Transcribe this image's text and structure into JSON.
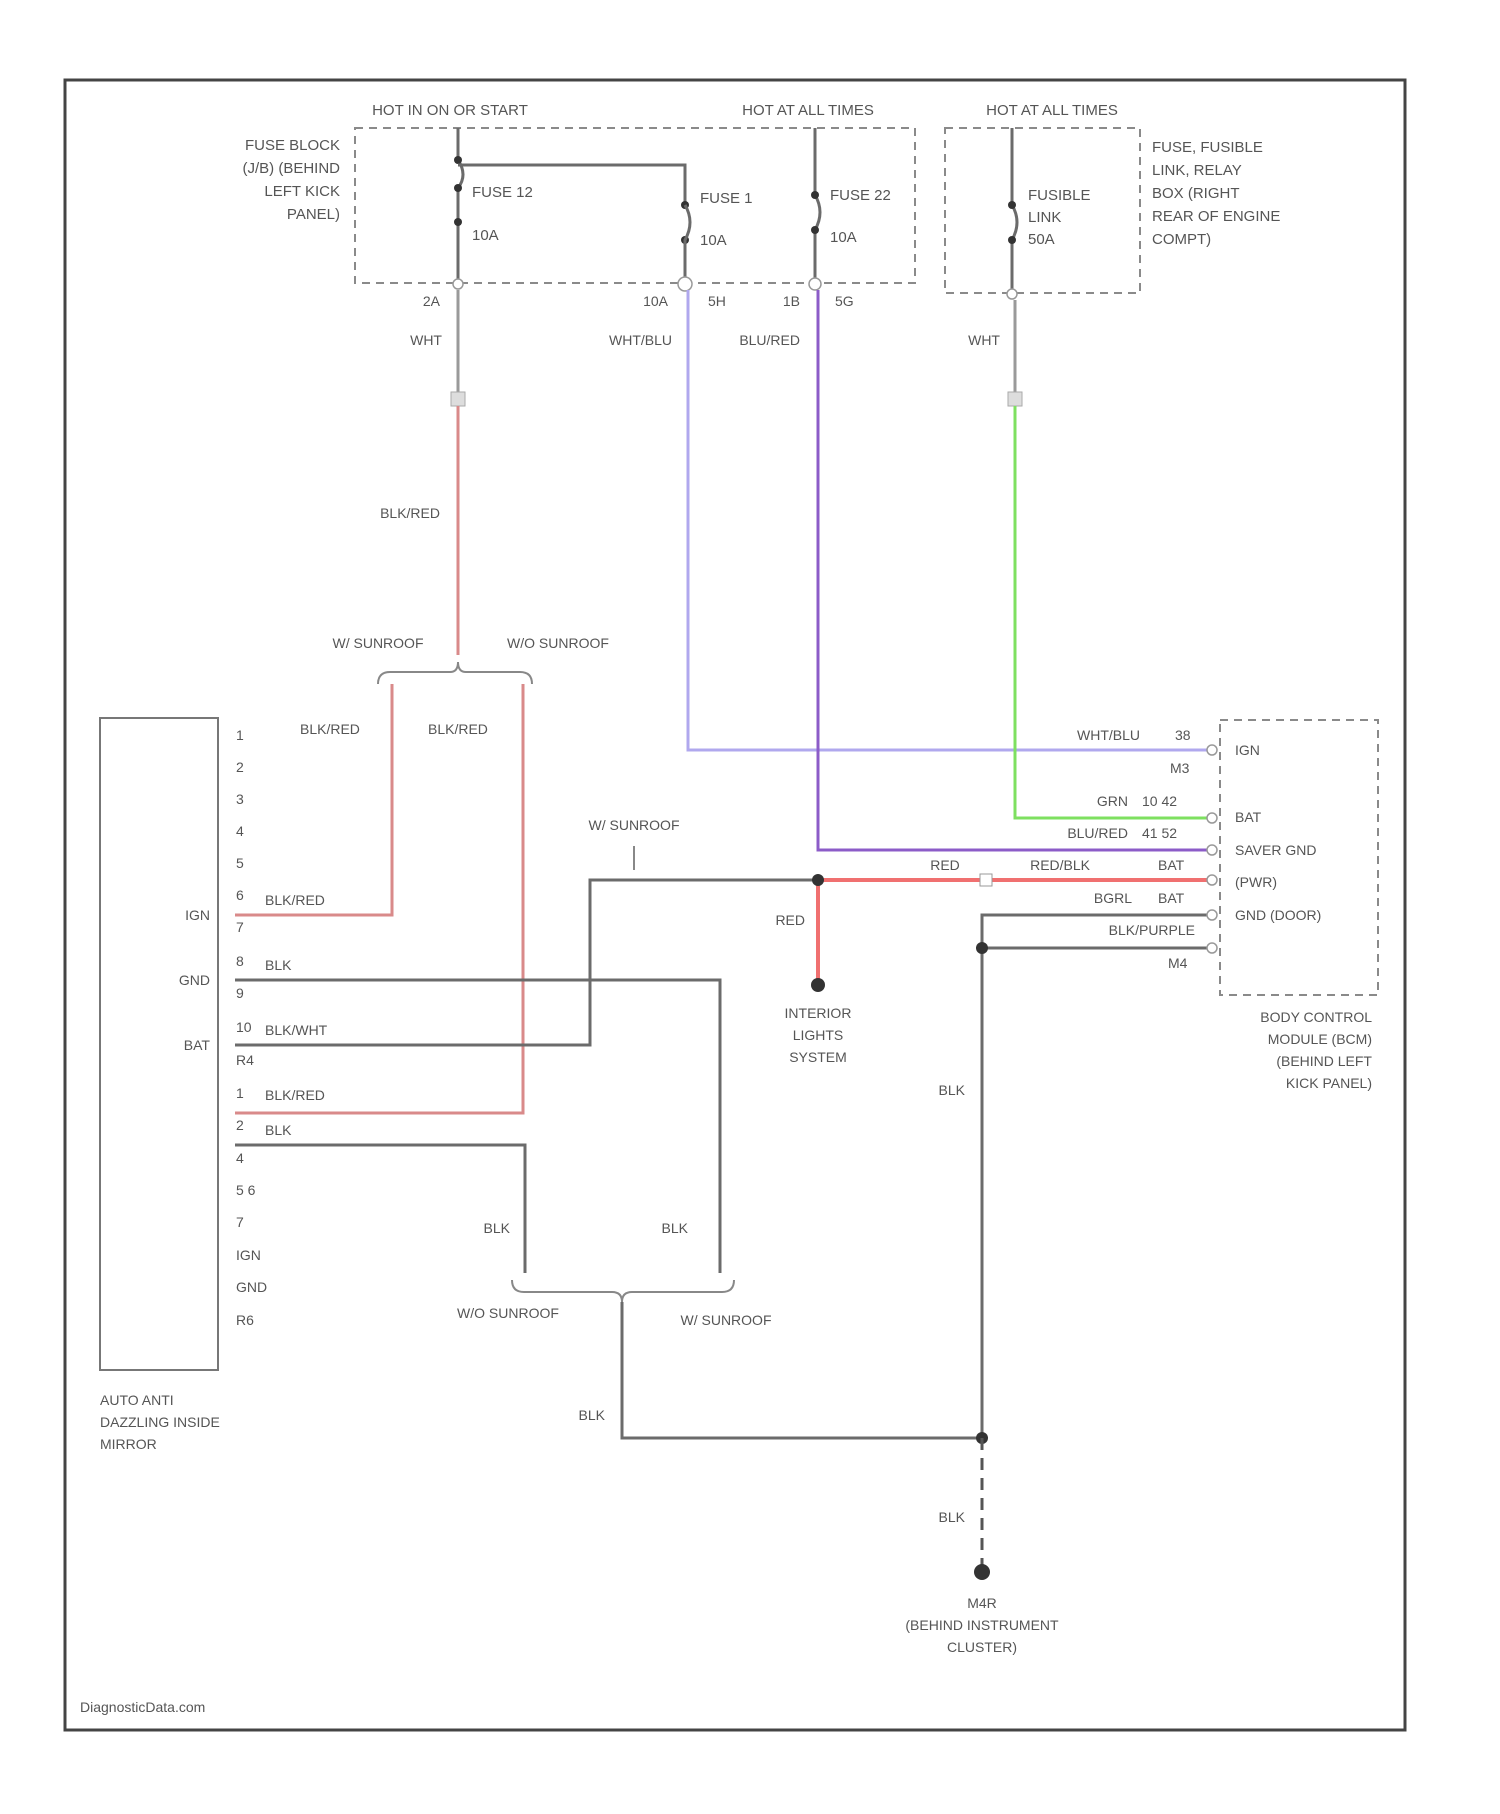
{
  "power": {
    "hot_in_on_or_start": "HOT IN ON OR START",
    "hot_at_all_times_1": "HOT AT ALL TIMES",
    "hot_at_all_times_2": "HOT AT ALL TIMES"
  },
  "fuse_block": {
    "label_lines": [
      "FUSE BLOCK",
      "(J/B) (BEHIND",
      "LEFT KICK",
      "PANEL)"
    ],
    "fuse12": "FUSE 12",
    "fuse12_amp": "10A",
    "fuse1": "FUSE 1",
    "fuse1_amp": "10A",
    "fuse22": "FUSE 22",
    "fuse22_amp": "10A"
  },
  "relay_box": {
    "label_lines": [
      "FUSE, FUSIBLE",
      "LINK, RELAY",
      "BOX (RIGHT",
      "REAR OF ENGINE",
      "COMPT)"
    ],
    "fusible": "FUSIBLE",
    "link": "LINK",
    "amp": "50A"
  },
  "pins_top": {
    "p2a": "2A",
    "p10a": "10A",
    "p5h": "5H",
    "p1b": "1B",
    "p5g": "5G"
  },
  "wires": {
    "wht_a": "WHT",
    "wht_blu": "WHT/BLU",
    "blu_red": "BLU/RED",
    "wht_b": "WHT",
    "blk_red_main": "BLK/RED",
    "w_sunroof_top": "W/ SUNROOF",
    "wo_sunroof_top": "W/O SUNROOF",
    "blk_red_a": "BLK/RED",
    "blk_red_b": "BLK/RED",
    "w_sunroof_mid": "W/ SUNROOF",
    "red_a": "RED",
    "red_b": "RED",
    "blk_a": "BLK",
    "blk_b": "BLK",
    "blk_c": "BLK",
    "blk_d": "BLK",
    "blk_e": "BLK",
    "wo_sunroof_bot": "W/O SUNROOF",
    "w_sunroof_bot": "W/ SUNROOF"
  },
  "mirror": {
    "label_lines": [
      "AUTO ANTI",
      "DAZZLING INSIDE",
      "MIRROR"
    ],
    "ign": "IGN",
    "gnd": "GND",
    "bat": "BAT",
    "pins": [
      "1",
      "2",
      "3",
      "4",
      "5",
      "6",
      "7",
      "8",
      "9",
      "10",
      "R4",
      "1",
      "2",
      "4",
      "5 6",
      "7",
      "IGN",
      "GND",
      "R6"
    ],
    "w6": "BLK/RED",
    "w8": "BLK",
    "w10": "BLK/WHT",
    "w11": "BLK/RED",
    "w12": "BLK"
  },
  "bcm": {
    "label_lines": [
      "BODY CONTROL",
      "MODULE (BCM)",
      "(BEHIND LEFT",
      "KICK PANEL)"
    ],
    "pins": [
      "IGN",
      "BAT",
      "SAVER GND",
      "(PWR)",
      "GND (DOOR)"
    ],
    "wire_wht_blu": "WHT/BLU",
    "num38": "38",
    "num_m3": "M3",
    "wire_grn": "GRN",
    "num_grn": "10 42",
    "wire_blu_red": "BLU/RED",
    "num_blu": "41 52",
    "wire_red_blk": "RED/BLK",
    "red_bat": "BAT",
    "wire_bgrl": "BGRL",
    "bgrl_bat": "BAT",
    "wire_blk_pwr": "BLK/PURPLE",
    "num_m4": "M4"
  },
  "interior": {
    "label_lines": [
      "INTERIOR",
      "LIGHTS",
      "SYSTEM"
    ]
  },
  "ground": {
    "id": "M4R",
    "label_lines": [
      "(BEHIND INSTRUMENT",
      "CLUSTER)"
    ]
  },
  "footer": {
    "source": "DiagnosticData.com"
  }
}
